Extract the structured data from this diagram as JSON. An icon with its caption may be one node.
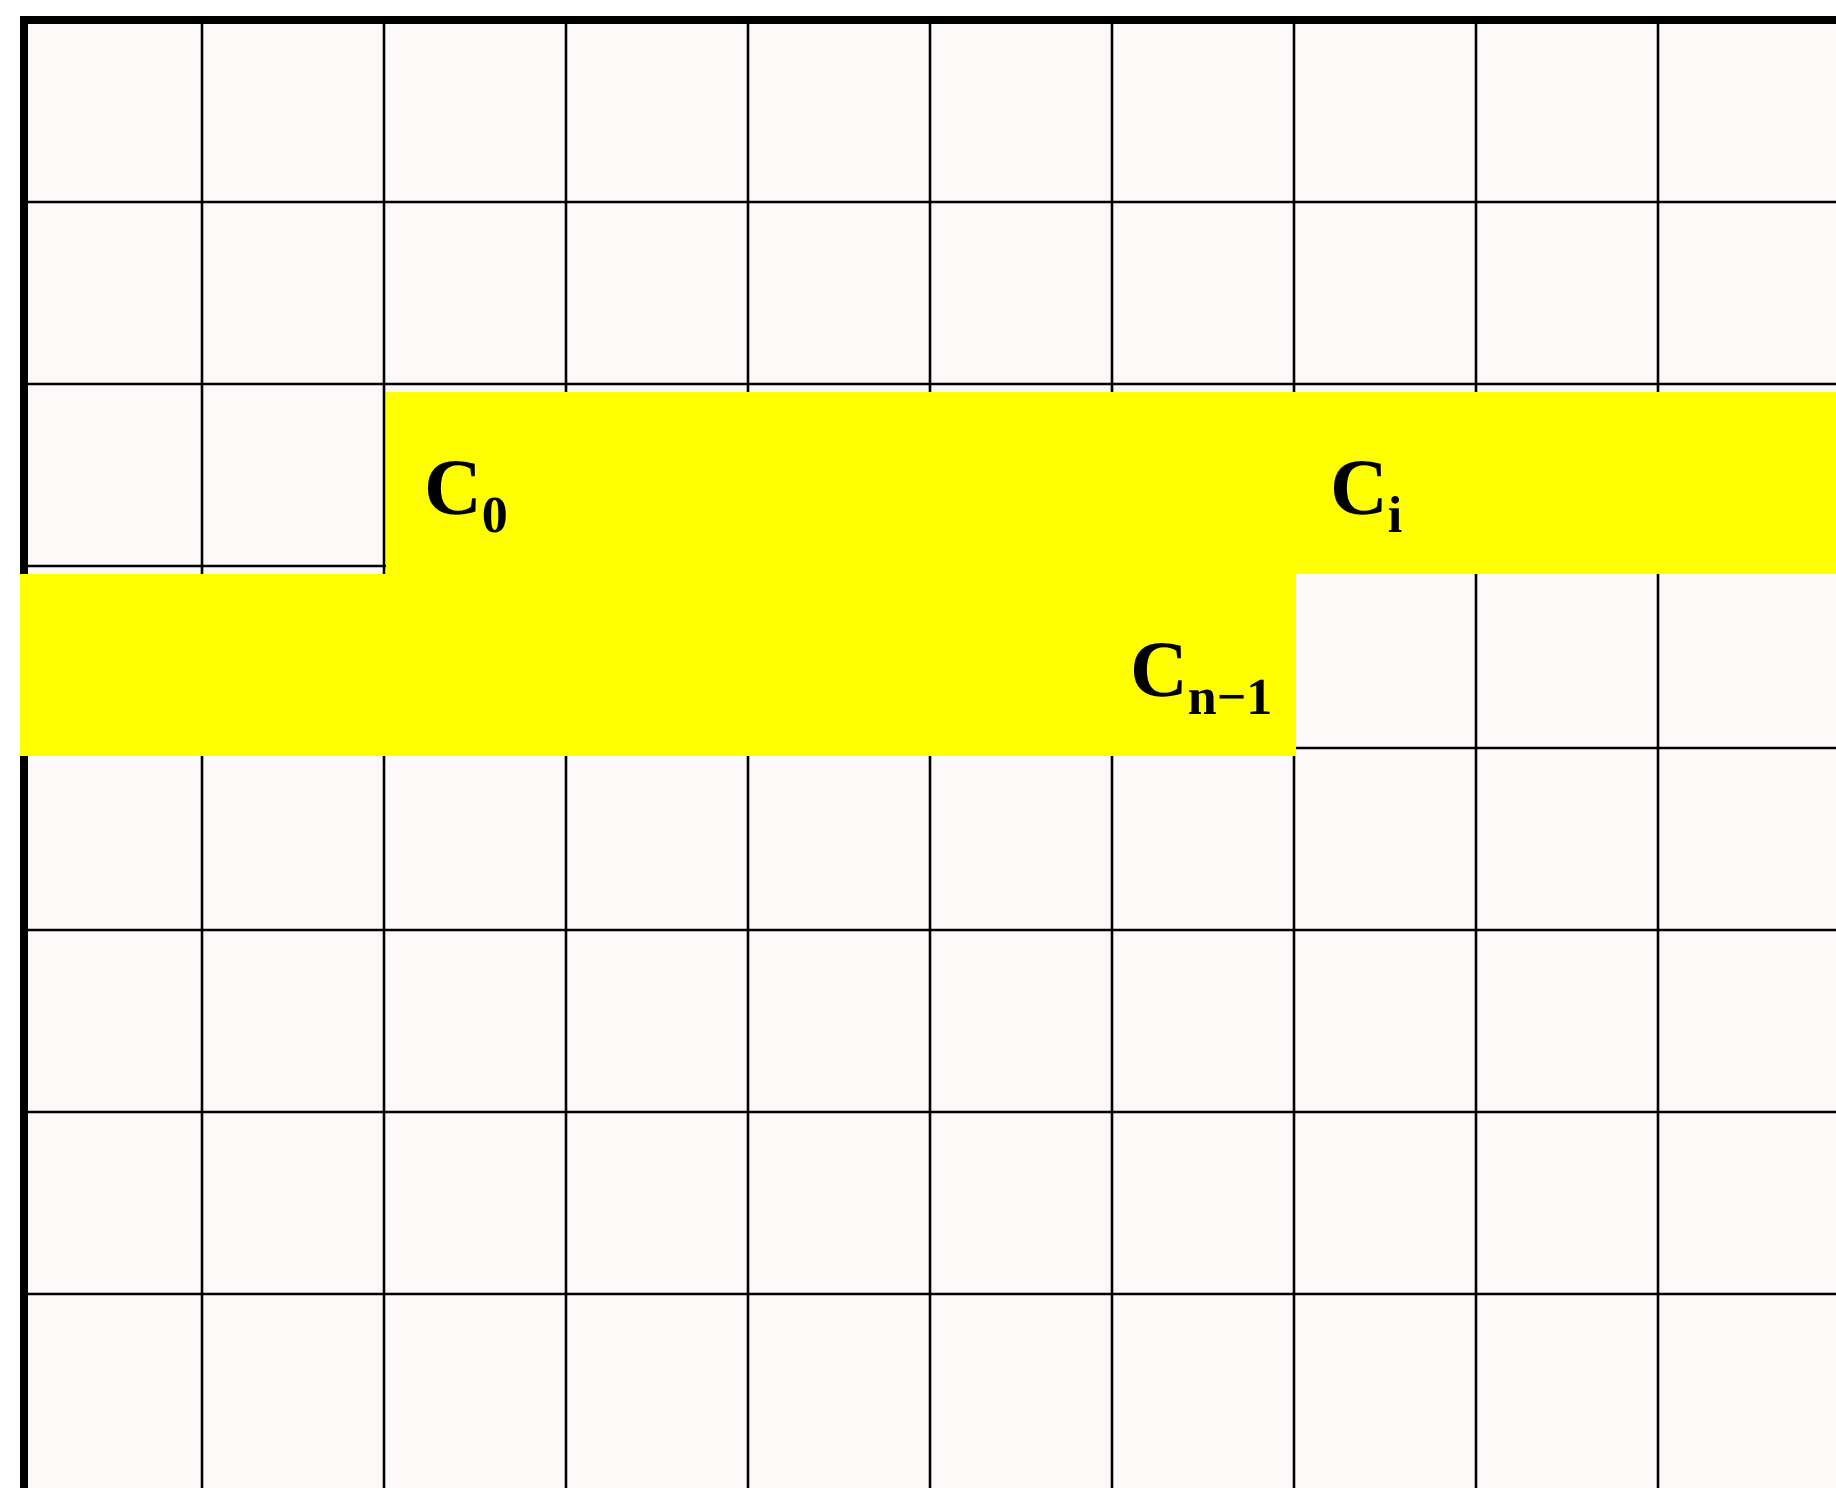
{
  "diagram": {
    "nodes": [
      {
        "text": [
          "C$_{0}$",
          "C$_{i}$",
          "C$_{n−1}$"
        ]
      }
    ]
  }
}
